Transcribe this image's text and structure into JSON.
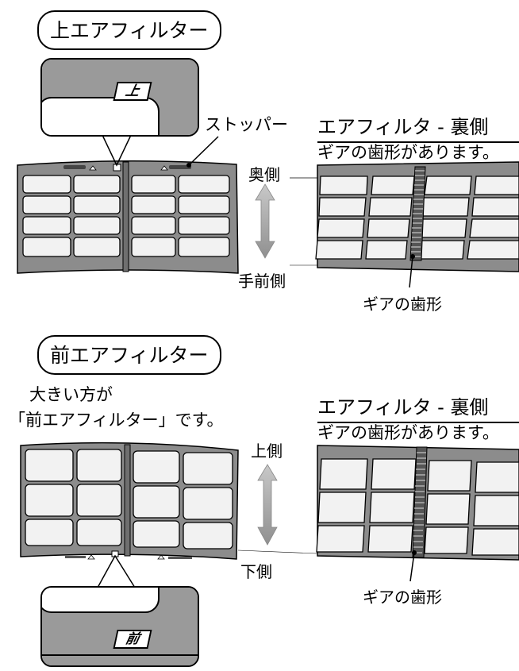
{
  "upper": {
    "title": "上エアフィルター",
    "zoom_badge": "上",
    "stopper_label": "ストッパー",
    "back_label": "奥側",
    "front_label": "手前側",
    "reverse_title": "エアフィルタ - 裏側",
    "reverse_note": "ギアの歯形があります。",
    "gear_label": "ギアの歯形"
  },
  "front": {
    "title": "前エアフィルター",
    "note_line1": "大きい方が",
    "note_line2": "「前エアフィルター」です。",
    "up_label": "上側",
    "down_label": "下側",
    "reverse_title": "エアフィルタ - 裏側",
    "reverse_note": "ギアの歯形があります。",
    "gear_label": "ギアの歯形",
    "zoom_badge": "前"
  },
  "colors": {
    "frame": "#8c8c8c",
    "mesh": "#f2f2f2",
    "arrow": "#a0a0a0"
  }
}
